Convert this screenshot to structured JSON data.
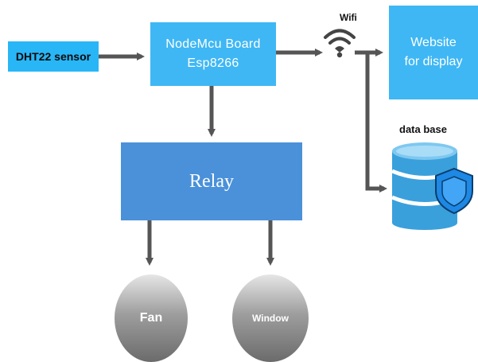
{
  "nodes": {
    "sensor": "DHT22 sensor",
    "board_line1": "NodeMcu Board",
    "board_line2": "Esp8266",
    "wifi": "Wifi",
    "website_line1": "Website",
    "website_line2": "for display",
    "database": "data base",
    "relay": "Relay",
    "fan": "Fan",
    "window": "Window"
  },
  "icons": [
    "wifi-icon",
    "database-icon",
    "shield-icon"
  ],
  "colors": {
    "box_light": "#3fb7f4",
    "sensor_box": "#29b6f6",
    "relay_box": "#4a91d9",
    "arrow": "#555555",
    "database_blue": "#3aa0dc",
    "shield_blue": "#1e88e5"
  }
}
